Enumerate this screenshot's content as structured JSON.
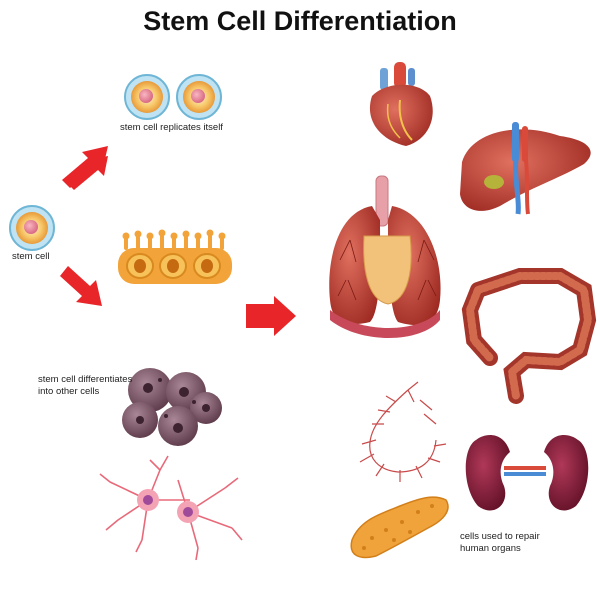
{
  "title": "Stem Cell Differentiation",
  "labels": {
    "stem_cell": "stem cell",
    "replicates": "stem cell replicates itself",
    "differentiates_line1": "stem cell differentiates",
    "differentiates_line2": "into other cells",
    "repair_line1": "cells used to repair",
    "repair_line2": "human organs"
  },
  "colors": {
    "arrow": "#e8262a",
    "cell_orange": "#f2a43a",
    "tissue": "#c0392b",
    "bone_cell": "#7d5566",
    "neuron": "#e86a7a"
  },
  "icons": [
    "stem-cell-icon",
    "replicated-cell-icon",
    "epithelial-cells-icon",
    "bone-cells-icon",
    "neuron-icon",
    "heart-icon",
    "liver-icon",
    "lungs-icon",
    "intestine-icon",
    "blood-vessels-icon",
    "kidneys-icon",
    "pancreas-icon"
  ]
}
